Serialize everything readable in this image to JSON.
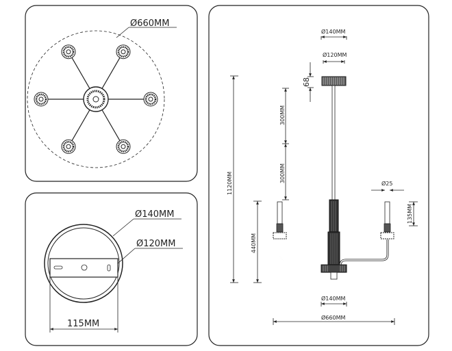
{
  "top_view": {
    "diameter_label": "Ø660MM",
    "arm_count": 6
  },
  "mount_view": {
    "outer_diameter_label": "Ø140MM",
    "inner_diameter_label": "Ø120MM",
    "plate_width_label": "115MM"
  },
  "side_view": {
    "canopy_outer_label": "Ø140MM",
    "canopy_inner_label": "Ø120MM",
    "canopy_height_label": "68",
    "total_height_label": "1120MM",
    "rod_segment_1_label": "300MM",
    "rod_segment_2_label": "300MM",
    "body_height_label": "440MM",
    "candle_diameter_label": "Ø25",
    "candle_height_label": "135MM",
    "base_diameter_label": "Ø140MM",
    "span_label": "Ø660MM"
  }
}
